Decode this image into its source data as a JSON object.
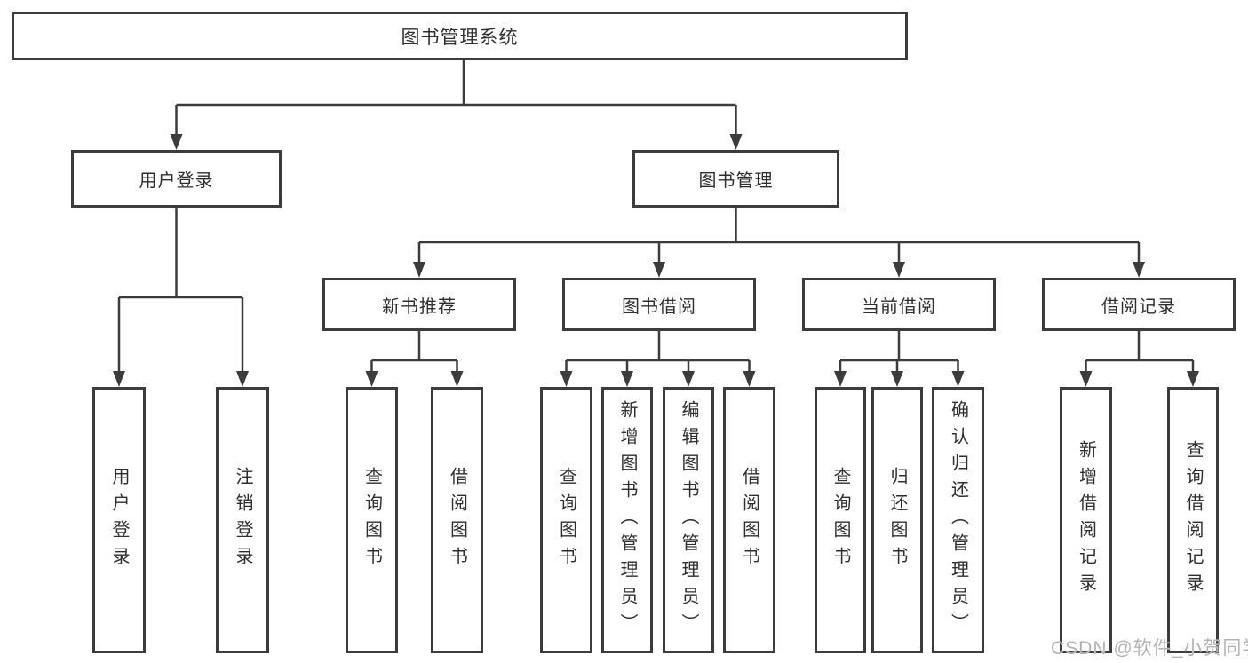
{
  "diagram": {
    "root": {
      "label": "图书管理系统"
    },
    "branches": [
      {
        "label": "用户登录",
        "children": [
          {
            "label": "用户登录"
          },
          {
            "label": "注销登录"
          }
        ]
      },
      {
        "label": "图书管理",
        "children": [
          {
            "label": "新书推荐",
            "children": [
              {
                "label": "查询图书"
              },
              {
                "label": "借阅图书"
              }
            ]
          },
          {
            "label": "图书借阅",
            "children": [
              {
                "label": "查询图书"
              },
              {
                "label": "新增图书（管理员）"
              },
              {
                "label": "编辑图书（管理员）"
              },
              {
                "label": "借阅图书"
              }
            ]
          },
          {
            "label": "当前借阅",
            "children": [
              {
                "label": "查询图书"
              },
              {
                "label": "归还图书"
              },
              {
                "label": "确认归还（管理员）"
              }
            ]
          },
          {
            "label": "借阅记录",
            "children": [
              {
                "label": "新增借阅记录"
              },
              {
                "label": "查询借阅记录"
              }
            ]
          }
        ]
      }
    ],
    "watermark": "CSDN @软件_小贺同学",
    "colors": {
      "line": "#3c3c3c",
      "box_border": "#3c3c3c",
      "text": "#2e2e2e",
      "watermark": "#b3b3b3",
      "background": "#ffffff"
    }
  }
}
